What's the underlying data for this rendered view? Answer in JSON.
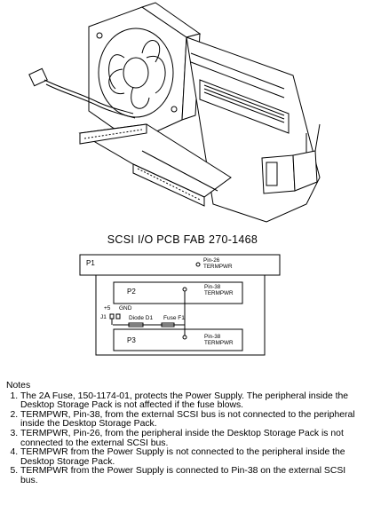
{
  "title": "SCSI I/O PCB FAB 270-1468",
  "schematic": {
    "p1_label": "P1",
    "p1_pin_label": "Pin-26",
    "p1_pin_sub": "TERMPWR",
    "p2_label": "P2",
    "p2_pin_label": "Pin-38",
    "p2_pin_sub": "TERMPWR",
    "p3_label": "P3",
    "p3_pin_label": "Pin-38",
    "p3_pin_sub": "TERMPWR",
    "plus5": "+5",
    "gnd": "GND",
    "j1": "J1",
    "diode": "Diode D1",
    "fuse": "Fuse F1"
  },
  "notes": {
    "heading": "Notes",
    "items": [
      "The 2A Fuse, 150-1174-01, protects the Power Supply. The peripheral inside the Desktop Storage Pack is not affected if the fuse blows.",
      "TERMPWR, Pin-38, from the external SCSI bus is not connected to the peripheral inside the Desktop Storage Pack.",
      "TERMPWR, Pin-26, from the peripheral inside the Desktop Storage Pack is not connected to the external SCSI bus.",
      "TERMPWR from the Power Supply is not connected to the peripheral inside the Desktop Storage Pack.",
      "TERMPWR from the Power Supply is connected to Pin-38 on the external SCSI bus."
    ]
  }
}
